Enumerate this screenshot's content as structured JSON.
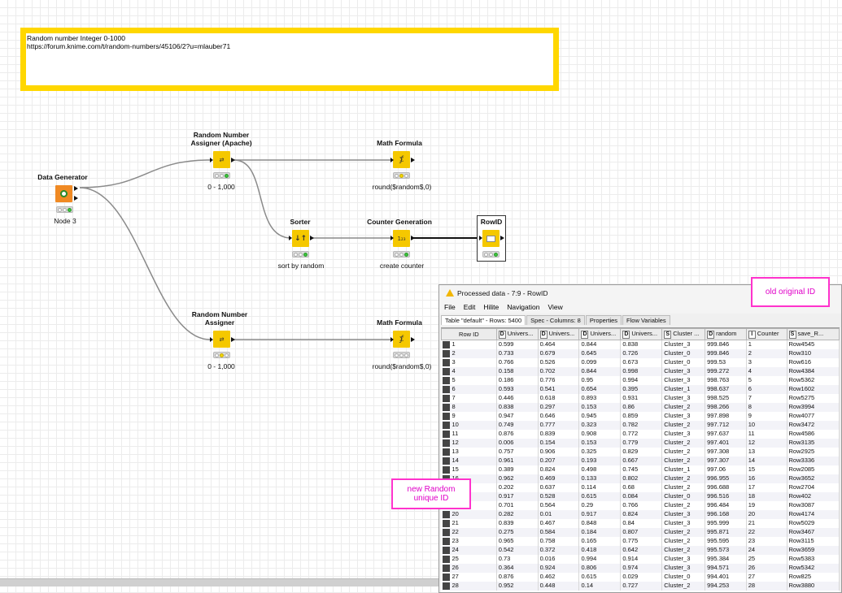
{
  "annotation": {
    "line1": "Random number Integer 0-1000",
    "line2": "https://forum.knime.com/t/random-numbers/45106/2?u=mlauber71"
  },
  "nodes": {
    "data_generator": {
      "title": "Data Generator",
      "label": "Node 3"
    },
    "rng_apache": {
      "title_line1": "Random Number",
      "title_line2": "Assigner (Apache)",
      "label": "0 - 1,000"
    },
    "math_formula_top": {
      "title": "Math Formula",
      "label": "round($random$,0)"
    },
    "sorter": {
      "title": "Sorter",
      "label": "sort by random"
    },
    "counter_generation": {
      "title": "Counter Generation",
      "label": "create counter",
      "icon_text": "1₂₃"
    },
    "rowid": {
      "title": "RowID"
    },
    "rng_assigner": {
      "title_line1": "Random Number",
      "title_line2": "Assigner",
      "label": "0 - 1,000"
    },
    "math_formula_bottom": {
      "title": "Math Formula",
      "label": "round($random$,0)"
    }
  },
  "callouts": {
    "old_id": "old original ID",
    "new_id_line1": "new Random",
    "new_id_line2": "unique ID"
  },
  "window": {
    "title": "Processed data - 7:9 - RowID",
    "menu": [
      "File",
      "Edit",
      "Hilite",
      "Navigation",
      "View"
    ],
    "tabs": [
      "Table \"default\" - Rows: 5400",
      "Spec - Columns: 8",
      "Properties",
      "Flow Variables"
    ],
    "columns": [
      {
        "type": "",
        "name": "Row ID"
      },
      {
        "type": "D",
        "name": "Univers..."
      },
      {
        "type": "D",
        "name": "Univers..."
      },
      {
        "type": "D",
        "name": "Univers..."
      },
      {
        "type": "D",
        "name": "Univers..."
      },
      {
        "type": "S",
        "name": "Cluster ..."
      },
      {
        "type": "D",
        "name": "random"
      },
      {
        "type": "I",
        "name": "Counter"
      },
      {
        "type": "S",
        "name": "save_R..."
      }
    ],
    "rows": [
      [
        "1",
        "0.599",
        "0.464",
        "0.844",
        "0.838",
        "Cluster_3",
        "999.846",
        "1",
        "Row4545"
      ],
      [
        "2",
        "0.733",
        "0.679",
        "0.645",
        "0.726",
        "Cluster_0",
        "999.846",
        "2",
        "Row310"
      ],
      [
        "3",
        "0.766",
        "0.526",
        "0.099",
        "0.673",
        "Cluster_0",
        "999.53",
        "3",
        "Row616"
      ],
      [
        "4",
        "0.158",
        "0.702",
        "0.844",
        "0.998",
        "Cluster_3",
        "999.272",
        "4",
        "Row4384"
      ],
      [
        "5",
        "0.186",
        "0.776",
        "0.95",
        "0.994",
        "Cluster_3",
        "998.763",
        "5",
        "Row5362"
      ],
      [
        "6",
        "0.593",
        "0.541",
        "0.654",
        "0.395",
        "Cluster_1",
        "998.637",
        "6",
        "Row1602"
      ],
      [
        "7",
        "0.446",
        "0.618",
        "0.893",
        "0.931",
        "Cluster_3",
        "998.525",
        "7",
        "Row5275"
      ],
      [
        "8",
        "0.838",
        "0.297",
        "0.153",
        "0.86",
        "Cluster_2",
        "998.266",
        "8",
        "Row3994"
      ],
      [
        "9",
        "0.947",
        "0.646",
        "0.945",
        "0.859",
        "Cluster_3",
        "997.898",
        "9",
        "Row4077"
      ],
      [
        "10",
        "0.749",
        "0.777",
        "0.323",
        "0.782",
        "Cluster_2",
        "997.712",
        "10",
        "Row3472"
      ],
      [
        "11",
        "0.876",
        "0.839",
        "0.908",
        "0.772",
        "Cluster_3",
        "997.637",
        "11",
        "Row4586"
      ],
      [
        "12",
        "0.006",
        "0.154",
        "0.153",
        "0.779",
        "Cluster_2",
        "997.401",
        "12",
        "Row3135"
      ],
      [
        "13",
        "0.757",
        "0.906",
        "0.325",
        "0.829",
        "Cluster_2",
        "997.308",
        "13",
        "Row2925"
      ],
      [
        "14",
        "0.961",
        "0.207",
        "0.193",
        "0.667",
        "Cluster_2",
        "997.307",
        "14",
        "Row3336"
      ],
      [
        "15",
        "0.389",
        "0.824",
        "0.498",
        "0.745",
        "Cluster_1",
        "997.06",
        "15",
        "Row2085"
      ],
      [
        "16",
        "0.962",
        "0.469",
        "0.133",
        "0.802",
        "Cluster_2",
        "996.955",
        "16",
        "Row3652"
      ],
      [
        "17",
        "0.202",
        "0.637",
        "0.114",
        "0.68",
        "Cluster_2",
        "996.688",
        "17",
        "Row2704"
      ],
      [
        "18",
        "0.917",
        "0.528",
        "0.615",
        "0.084",
        "Cluster_0",
        "996.516",
        "18",
        "Row402"
      ],
      [
        "19",
        "0.701",
        "0.564",
        "0.29",
        "0.766",
        "Cluster_2",
        "996.484",
        "19",
        "Row3087"
      ],
      [
        "20",
        "0.282",
        "0.01",
        "0.917",
        "0.824",
        "Cluster_3",
        "996.168",
        "20",
        "Row4174"
      ],
      [
        "21",
        "0.839",
        "0.467",
        "0.848",
        "0.84",
        "Cluster_3",
        "995.999",
        "21",
        "Row5029"
      ],
      [
        "22",
        "0.275",
        "0.584",
        "0.184",
        "0.807",
        "Cluster_2",
        "995.871",
        "22",
        "Row3467"
      ],
      [
        "23",
        "0.965",
        "0.758",
        "0.165",
        "0.775",
        "Cluster_2",
        "995.595",
        "23",
        "Row3115"
      ],
      [
        "24",
        "0.542",
        "0.372",
        "0.418",
        "0.642",
        "Cluster_2",
        "995.573",
        "24",
        "Row3659"
      ],
      [
        "25",
        "0.73",
        "0.016",
        "0.994",
        "0.914",
        "Cluster_3",
        "995.384",
        "25",
        "Row5383"
      ],
      [
        "26",
        "0.364",
        "0.924",
        "0.806",
        "0.974",
        "Cluster_3",
        "994.571",
        "26",
        "Row5342"
      ],
      [
        "27",
        "0.876",
        "0.462",
        "0.615",
        "0.029",
        "Cluster_0",
        "994.401",
        "27",
        "Row825"
      ],
      [
        "28",
        "0.952",
        "0.448",
        "0.14",
        "0.727",
        "Cluster_2",
        "994.253",
        "28",
        "Row3880"
      ]
    ]
  },
  "colors": {
    "annotation_border": "#ffd700",
    "node_yellow": "#f5c800",
    "node_orange": "#f08a24",
    "callout_magenta": "#ff33cc"
  }
}
